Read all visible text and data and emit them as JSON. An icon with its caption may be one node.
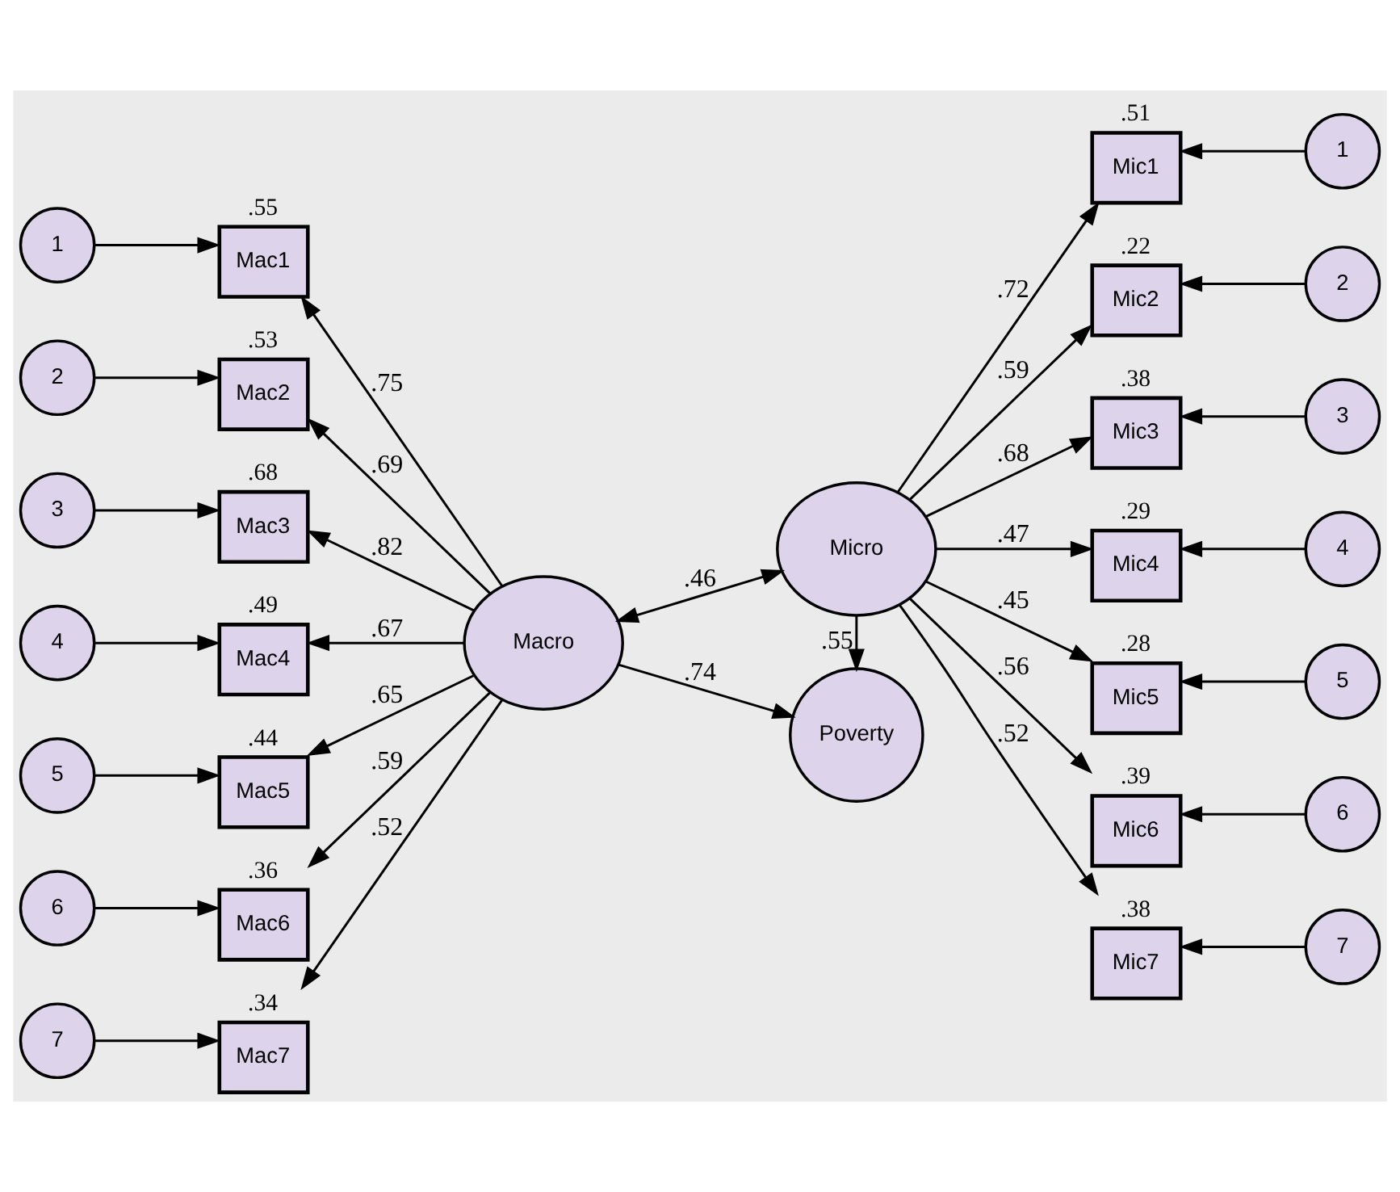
{
  "diagram": {
    "nodes": [
      {
        "text": [
          "1"
        ]
      },
      {
        "text": [
          "2"
        ]
      },
      {
        "text": [
          "3"
        ]
      },
      {
        "text": [
          "4"
        ]
      },
      {
        "text": [
          "5"
        ]
      },
      {
        "text": [
          "6"
        ]
      },
      {
        "text": [
          "7"
        ]
      },
      {
        "text": [
          "Mac1"
        ],
        "beside": [
          ".55"
        ]
      },
      {
        "text": [
          "Mac2"
        ],
        "beside": [
          ".53"
        ]
      },
      {
        "text": [
          "Mac3"
        ],
        "beside": [
          ".68"
        ]
      },
      {
        "text": [
          "Mac4"
        ],
        "beside": [
          ".49"
        ]
      },
      {
        "text": [
          "Mac5"
        ],
        "beside": [
          ".44"
        ]
      },
      {
        "text": [
          "Mac6"
        ],
        "beside": [
          ".36"
        ]
      },
      {
        "text": [
          "Mac7"
        ],
        "beside": [
          ".34"
        ]
      },
      {
        "text": [
          "Macro"
        ]
      },
      {
        "text": [
          "Micro"
        ]
      },
      {
        "text": [
          "Poverty"
        ]
      },
      {
        "text": [
          "Mic1"
        ],
        "beside": [
          ".51"
        ]
      },
      {
        "text": [
          "Mic2"
        ],
        "beside": [
          ".22"
        ]
      },
      {
        "text": [
          "Mic3"
        ],
        "beside": [
          ".38"
        ]
      },
      {
        "text": [
          "Mic4"
        ],
        "beside": [
          ".29"
        ]
      },
      {
        "text": [
          "Mic5"
        ],
        "beside": [
          ".28"
        ]
      },
      {
        "text": [
          "Mic6"
        ],
        "beside": [
          ".39"
        ]
      },
      {
        "text": [
          "Mic7"
        ],
        "beside": [
          ".38"
        ]
      },
      {
        "text": [
          "1"
        ]
      },
      {
        "text": [
          "2"
        ]
      },
      {
        "text": [
          "3"
        ]
      },
      {
        "text": [
          "4"
        ]
      },
      {
        "text": [
          "5"
        ]
      },
      {
        "text": [
          "6"
        ]
      },
      {
        "text": [
          "7"
        ]
      }
    ],
    "edges": [
      {
        "from": 0,
        "to": 7,
        "arrow": "to"
      },
      {
        "from": 1,
        "to": 8,
        "arrow": "to"
      },
      {
        "from": 2,
        "to": 9,
        "arrow": "to"
      },
      {
        "from": 3,
        "to": 10,
        "arrow": "to"
      },
      {
        "from": 4,
        "to": 11,
        "arrow": "to"
      },
      {
        "from": 5,
        "to": 12,
        "arrow": "to"
      },
      {
        "from": 6,
        "to": 13,
        "arrow": "to"
      },
      {
        "from": 14,
        "to": 7,
        "arrow": "to",
        "label": ".75"
      },
      {
        "from": 14,
        "to": 8,
        "arrow": "to",
        "label": ".69"
      },
      {
        "from": 14,
        "to": 9,
        "arrow": "to",
        "label": ".82"
      },
      {
        "from": 14,
        "to": 10,
        "arrow": "to",
        "label": ".67"
      },
      {
        "from": 14,
        "to": 11,
        "arrow": "to",
        "label": ".65"
      },
      {
        "from": 14,
        "to": 12,
        "arrow": "to",
        "label": ".59"
      },
      {
        "from": 14,
        "to": 13,
        "arrow": "to",
        "label": ".52"
      },
      {
        "from": 14,
        "to": 15,
        "arrow": "both",
        "label": ".46"
      },
      {
        "from": 15,
        "to": 17,
        "arrow": "to",
        "label": ".72"
      },
      {
        "from": 15,
        "to": 18,
        "arrow": "to",
        "label": ".59"
      },
      {
        "from": 15,
        "to": 19,
        "arrow": "to",
        "label": ".68"
      },
      {
        "from": 15,
        "to": 20,
        "arrow": "to",
        "label": ".47"
      },
      {
        "from": 15,
        "to": 21,
        "arrow": "to",
        "label": ".45"
      },
      {
        "from": 15,
        "to": 22,
        "arrow": "to",
        "label": ".56"
      },
      {
        "from": 15,
        "to": 23,
        "arrow": "to",
        "label": ".52"
      },
      {
        "from": 14,
        "to": 16,
        "arrow": "to",
        "label": ".74"
      },
      {
        "from": 15,
        "to": 16,
        "arrow": "to",
        "label": ".55"
      },
      {
        "from": 24,
        "to": 17,
        "arrow": "to"
      },
      {
        "from": 25,
        "to": 18,
        "arrow": "to"
      },
      {
        "from": 26,
        "to": 19,
        "arrow": "to"
      },
      {
        "from": 27,
        "to": 20,
        "arrow": "to"
      },
      {
        "from": 28,
        "to": 21,
        "arrow": "to"
      },
      {
        "from": 29,
        "to": 22,
        "arrow": "to"
      },
      {
        "from": 30,
        "to": 23,
        "arrow": "to"
      }
    ]
  }
}
